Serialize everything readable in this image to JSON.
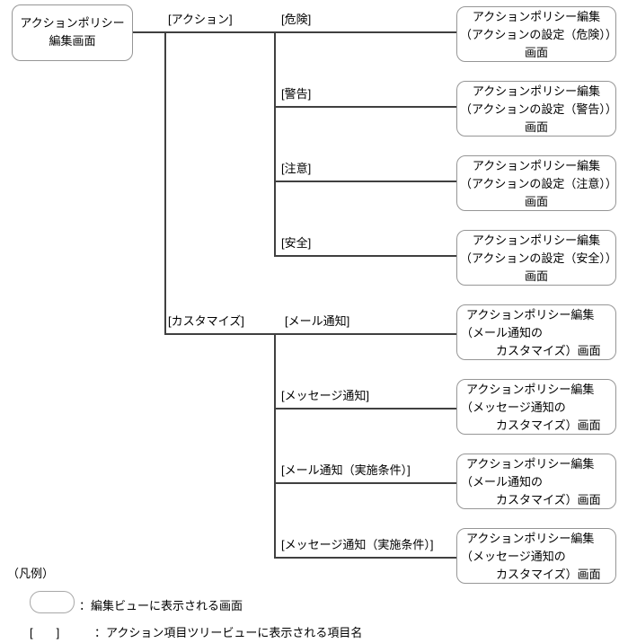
{
  "root": {
    "line1": "アクションポリシー",
    "line2": "編集画面"
  },
  "labels": {
    "action": "[アクション]",
    "danger": "[危険]",
    "warning": "[警告]",
    "caution": "[注意]",
    "safe": "[安全]",
    "customize": "[カスタマイズ]",
    "mail": "[メール通知]",
    "message": "[メッセージ通知]",
    "mail_condition": "[メール通知（実施条件）]",
    "message_condition": "[メッセージ通知（実施条件）]"
  },
  "screens": [
    {
      "lines": [
        "アクションポリシー編集",
        "（アクションの設定（危険））",
        "画面"
      ]
    },
    {
      "lines": [
        "アクションポリシー編集",
        "（アクションの設定（警告））",
        "画面"
      ]
    },
    {
      "lines": [
        "アクションポリシー編集",
        "（アクションの設定（注意））",
        "画面"
      ]
    },
    {
      "lines": [
        "アクションポリシー編集",
        "（アクションの設定（安全））",
        "画面"
      ]
    },
    {
      "lines": [
        "アクションポリシー編集",
        "（メール通知の",
        "　　　カスタマイズ）画面"
      ]
    },
    {
      "lines": [
        "アクションポリシー編集",
        "（メッセージ通知の",
        "　　　カスタマイズ）画面"
      ]
    },
    {
      "lines": [
        "アクションポリシー編集",
        "（メール通知の",
        "　　　カスタマイズ）画面"
      ]
    },
    {
      "lines": [
        "アクションポリシー編集",
        "（メッセージ通知の",
        "　　　カスタマイズ）画面"
      ]
    }
  ],
  "legend": {
    "heading": "（凡例）",
    "screen_desc": "：編集ビューに表示される画面",
    "bracket_sample": "[　　]",
    "bracket_desc": "：アクション項目ツリービューに表示される項目名"
  },
  "colors": {
    "line": "#404040",
    "node_border": "#969696",
    "text": "#000000",
    "background": "#ffffff"
  }
}
